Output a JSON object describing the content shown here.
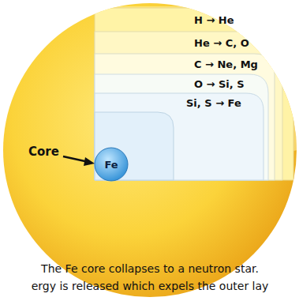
{
  "diagram": {
    "caption": "The Fe core collapses to a neutron star.",
    "labels": [
      "H → He",
      "He → C, O",
      "C → Ne, Mg",
      "O → Si, S",
      "Si, S → Fe",
      "Fe",
      "Core",
      "ergy is released which expels the outer lay"
    ]
  }
}
